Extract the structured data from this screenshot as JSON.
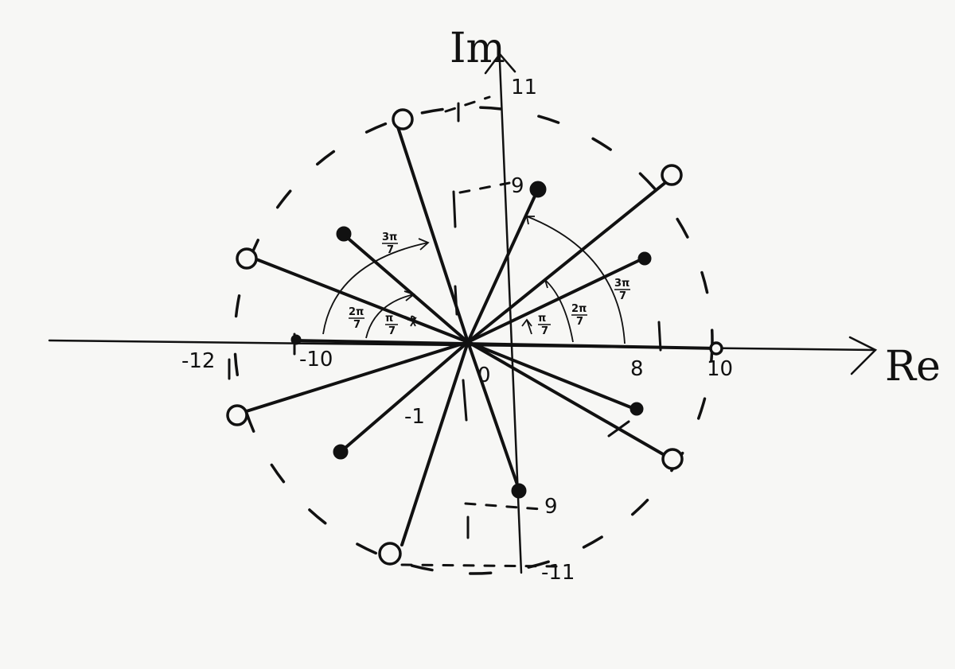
{
  "axes": {
    "real_label": "Re",
    "imag_label": "Im"
  },
  "ticks": {
    "neg12": "-12",
    "neg10": "-10",
    "pos8": "8",
    "pos10": "10",
    "origin": "0",
    "neg1": "-1",
    "pos11": "11",
    "pos9": "9",
    "neg9": "9",
    "neg11": "-11"
  },
  "angles": [
    {
      "num": "π",
      "den": "7"
    },
    {
      "num": "2π",
      "den": "7"
    },
    {
      "num": "3π",
      "den": "7"
    },
    {
      "num": "π",
      "den": "7"
    },
    {
      "num": "2π",
      "den": "7"
    },
    {
      "num": "3π",
      "den": "7"
    }
  ],
  "markers": {
    "poles_count": 7,
    "zeros_count": 7
  }
}
